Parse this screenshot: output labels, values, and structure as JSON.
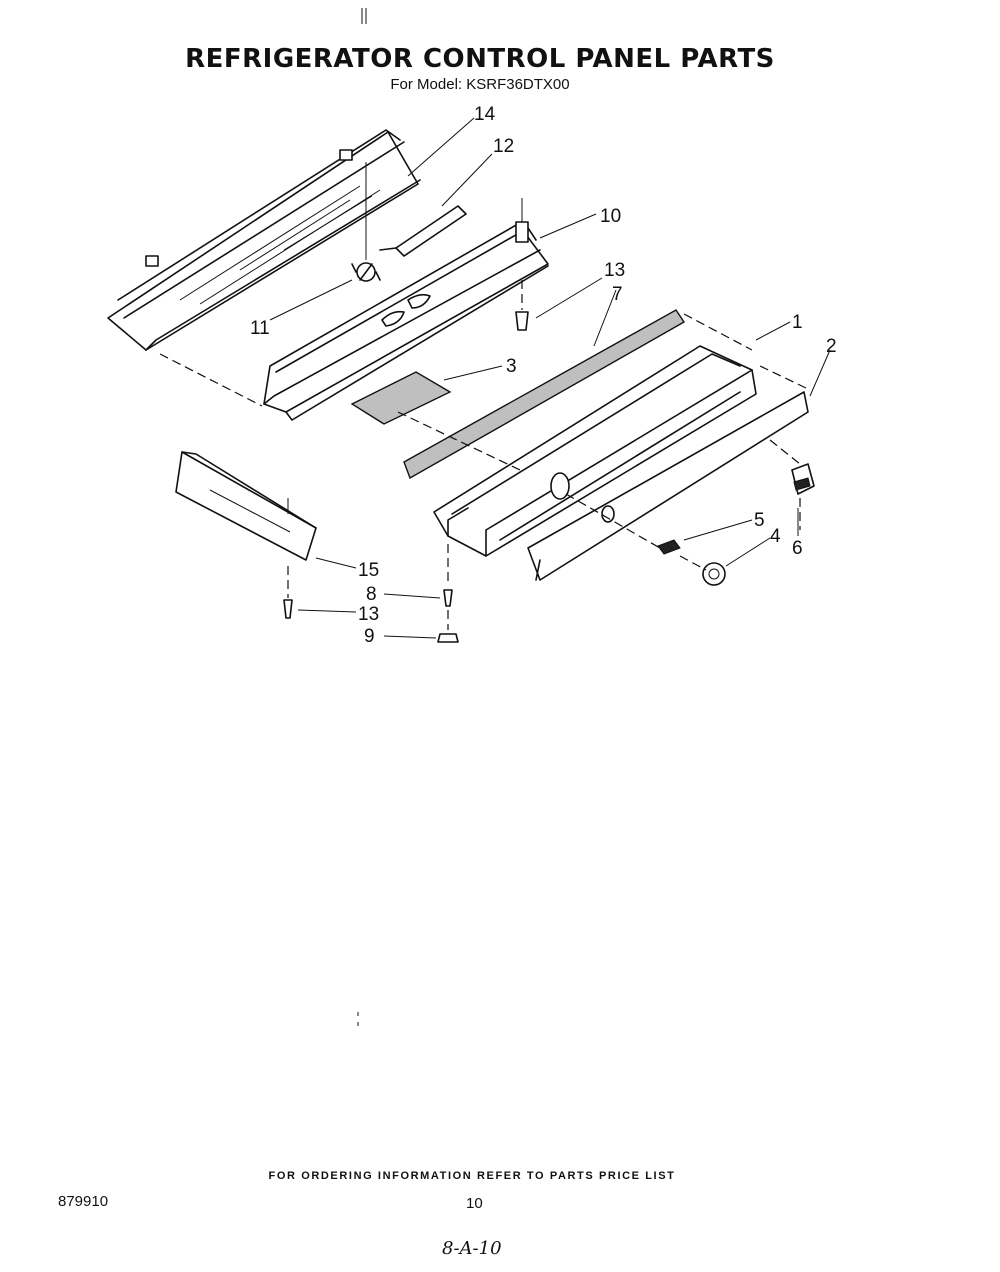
{
  "header": {
    "title": "REFRIGERATOR CONTROL PANEL PARTS",
    "model_line": "For Model: KSRF36DTX00"
  },
  "diagram": {
    "callouts": {
      "c1": "1",
      "c2": "2",
      "c3": "3",
      "c4": "4",
      "c5": "5",
      "c6": "6",
      "c7": "7",
      "c8": "8",
      "c9": "9",
      "c10": "10",
      "c11": "11",
      "c12": "12",
      "c13a": "13",
      "c13b": "13",
      "c14": "14",
      "c15": "15"
    }
  },
  "footer": {
    "ordering_note": "FOR ORDERING INFORMATION REFER TO PARTS PRICE LIST",
    "doc_number": "879910",
    "page_number": "10",
    "handwritten_note": "8-A-10"
  }
}
